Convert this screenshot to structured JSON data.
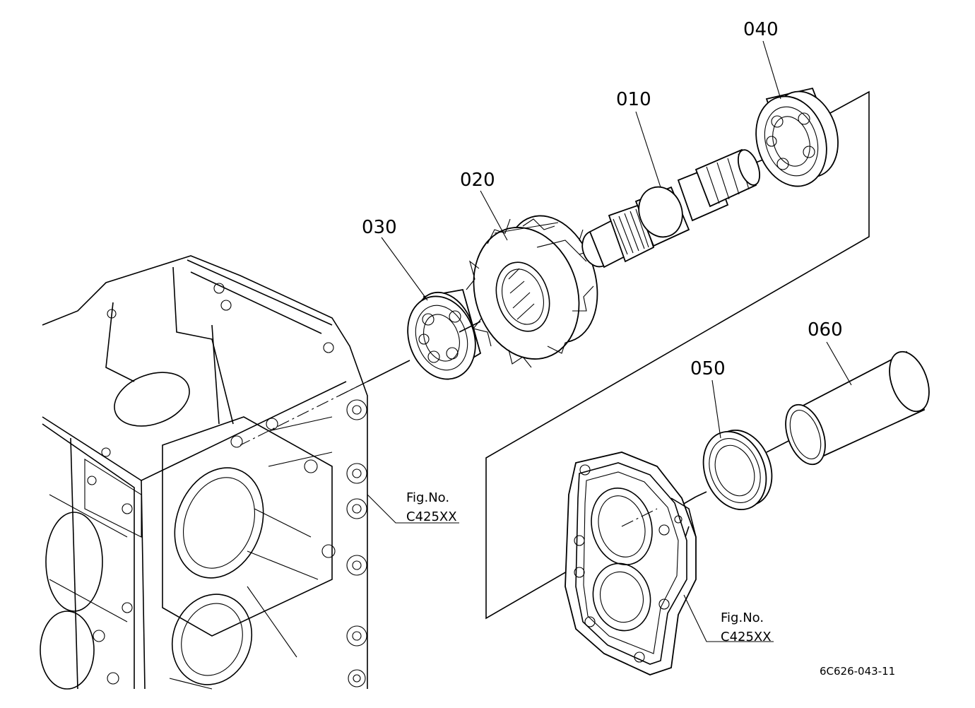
{
  "parts": [
    {
      "id": "040",
      "name": "callout-040"
    },
    {
      "id": "010",
      "name": "callout-010"
    },
    {
      "id": "020",
      "name": "callout-020"
    },
    {
      "id": "030",
      "name": "callout-030"
    },
    {
      "id": "060",
      "name": "callout-060"
    },
    {
      "id": "050",
      "name": "callout-050"
    }
  ],
  "fig_refs": [
    {
      "line1": "Fig.No.",
      "line2": "C425XX"
    },
    {
      "line1": "Fig.No.",
      "line2": "C425XX"
    }
  ],
  "doc_id": "6C626-043-11"
}
